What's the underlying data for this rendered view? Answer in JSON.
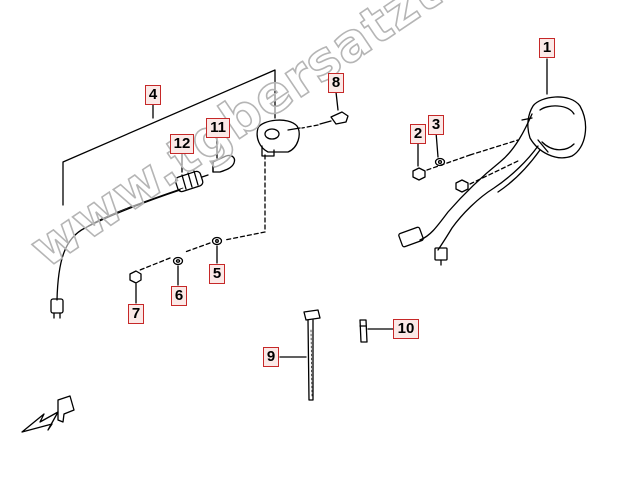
{
  "callouts": [
    {
      "id": "1",
      "text": "1"
    },
    {
      "id": "2",
      "text": "2"
    },
    {
      "id": "3",
      "text": "3"
    },
    {
      "id": "4",
      "text": "4"
    },
    {
      "id": "5",
      "text": "5"
    },
    {
      "id": "6",
      "text": "6"
    },
    {
      "id": "7",
      "text": "7"
    },
    {
      "id": "8",
      "text": "8"
    },
    {
      "id": "9",
      "text": "9"
    },
    {
      "id": "10",
      "text": "10"
    },
    {
      "id": "11",
      "text": "11"
    },
    {
      "id": "12",
      "text": "12"
    }
  ],
  "watermark": "www.tgbersatzteile.de",
  "colors": {
    "line": "#000000",
    "callout_border": "#c62828",
    "callout_fill": "#fbe9e7",
    "watermark_stroke": "#b5b5b5"
  },
  "icons": {
    "front_indicator": "arrow-pointer-icon"
  }
}
